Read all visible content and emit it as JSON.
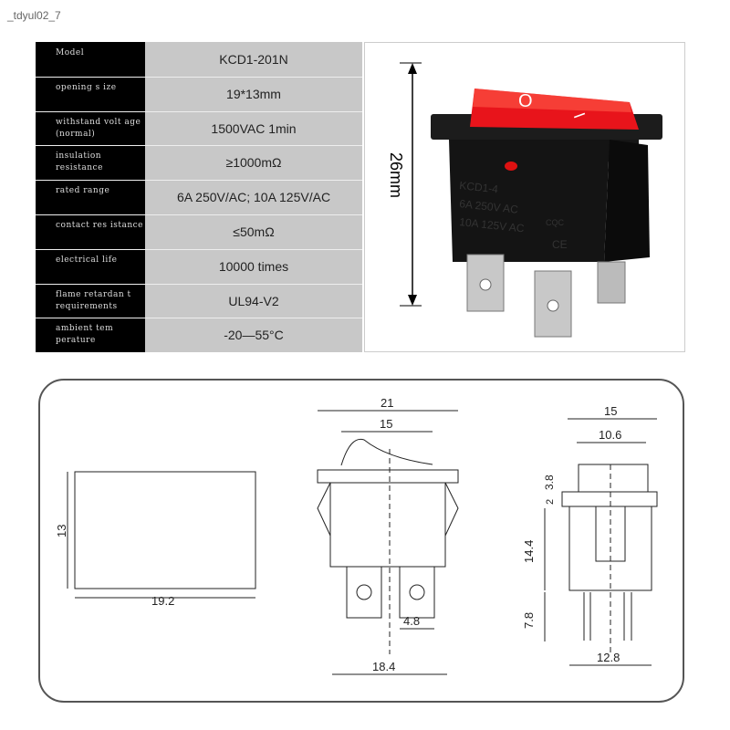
{
  "watermark": "_tdyul02_7",
  "specs": [
    {
      "label": "Model",
      "value": "KCD1-201N"
    },
    {
      "label": "opening s ize",
      "value": "19*13mm"
    },
    {
      "label": "withstand volt age (normal)",
      "value": "1500VAC 1min"
    },
    {
      "label": "insulation resistance",
      "value": "≥1000mΩ"
    },
    {
      "label": "rated range",
      "value": "6A 250V/AC;  10A 125V/AC"
    },
    {
      "label": "contact res istance",
      "value": "≤50mΩ"
    },
    {
      "label": "electrical life",
      "value": "10000 times"
    },
    {
      "label": "flame retardan t requirements",
      "value": "UL94-V2"
    },
    {
      "label": "ambient tem perature",
      "value": "-20—55°C"
    }
  ],
  "photo": {
    "height_label": "26mm",
    "off_symbol": "O",
    "on_symbol": "I",
    "print_model": "KCD1-4",
    "print_rating1": "6A 250V AC",
    "print_rating2": "10A 125V AC",
    "cert1": "CQC",
    "cert2": "CE",
    "rocker_color": "#e8141b",
    "body_color": "#111111"
  },
  "drawing": {
    "cutout": {
      "height": "13",
      "width": "19.2"
    },
    "front": {
      "overall_width": "21",
      "rocker_width": "15",
      "terminal_width": "4.8",
      "body_width": "18.4"
    },
    "side": {
      "overall_width": "15",
      "rocker_width": "10.6",
      "rocker_height": "3.8",
      "flange": "2",
      "body_height": "14.4",
      "terminal_length": "7.8",
      "body_width": "12.8"
    }
  }
}
